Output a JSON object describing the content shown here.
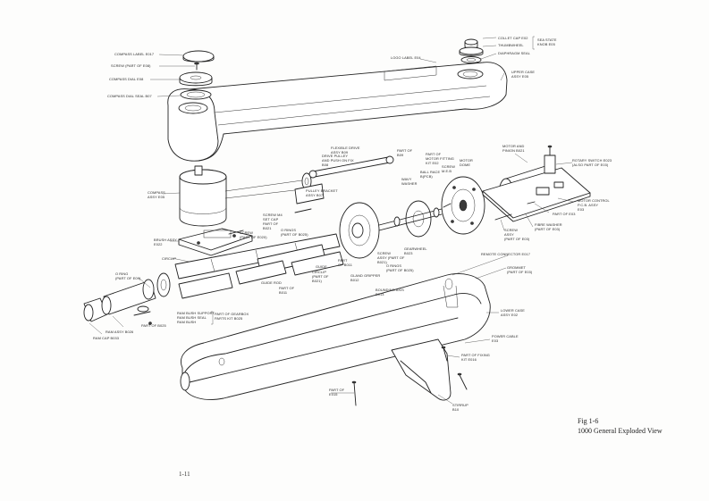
{
  "labels": {
    "compass_label": "COMPASS LABEL E017",
    "compass_screw": "SCREW (PART OF E08)",
    "compass_dial": "COMPASS DIAL E08",
    "compass_dial_seal": "COMPASS DIAL SEAL B07",
    "logo_label": "LOGO LABEL E04",
    "collet_cap": "COLLET CAP E02",
    "thumbwheel": "THUMBWHEEL",
    "diaphragm_seal": "DIAPHRAGM SEAL",
    "sea_state_knob_1": "SEA STATE",
    "sea_state_knob_2": "KNOB E05",
    "upper_case_1": "UPPER CASE",
    "upper_case_2": "ASSY E05",
    "flexible_drive_1": "FLEXIBLE DRIVE",
    "flexible_drive_2": "ASSY B09",
    "part_of_b09_1": "PART OF",
    "part_of_b09_2": "B09",
    "drive_pulley_1": "DRIVE PULLEY",
    "drive_pulley_2": "AND PUSH ON FIX",
    "drive_pulley_3": "B08",
    "motor_fitting_1": "PART OF",
    "motor_fitting_2": "MOTOR FITTING",
    "motor_fitting_3": "KIT E02",
    "ball_race_1": "BALL RACE",
    "ball_race_2": "B(PCB)",
    "wavy_washer_1": "WAVY",
    "wavy_washer_2": "WASHER",
    "screw_m_1": "SCREW",
    "screw_m_2": "M.E.B",
    "motor_dome_1": "MOTOR",
    "motor_dome_2": "DOME",
    "motor_pinion_1": "MOTOR AND",
    "motor_pinion_2": "PINION B021",
    "rotary_switch_1": "ROTARY SWITCH E023",
    "rotary_switch_2": "(ALSO PART OF E03)",
    "motor_control_1": "MOTOR CONTROL",
    "motor_control_2": "P.C.B. ASSY",
    "motor_control_3": "E03",
    "part_of_e02": "PART OF E03",
    "fibre_washer_1": "FIBRE WASHER",
    "fibre_washer_2": "(PART OF E03)",
    "screw_assy_1": "SCREW",
    "screw_assy_2": "ASSY",
    "screw_assy_3": "(PART OF E03)",
    "compass_assy_1": "COMPASS",
    "compass_assy_2": "ASSY E05",
    "pulley_bracket_1": "PULLEY BRACKET",
    "pulley_bracket_2": "ASSY B07",
    "screw_set_1": "SCREW M4",
    "screw_set_2": "SET CAP",
    "screw_set_3": "PART OF",
    "screw_set_4": "B021",
    "screw_e020_1": "SCREW",
    "screw_e020_2": "(PART OF E020)",
    "o_rings_1": "O RINGS",
    "o_rings_2": "(PART OF B025)",
    "brush_assy_1": "BRUSH ASSY",
    "brush_assy_2": "E022",
    "circlip_left": "CIRCLIP",
    "o_ring_left_1": "O RING",
    "o_ring_left_2": "(PART OF E09)",
    "part_b011_1": "PART",
    "part_b011_2": "OF B011",
    "guide": "GUIDE",
    "circlip_mid_1": "CIRCLIP",
    "circlip_mid_2": "(PART OF",
    "circlip_mid_3": "B021)",
    "screw_assy_mid_1": "SCREW",
    "screw_assy_mid_2": "ASSY (PART OF",
    "screw_assy_mid_3": "B021)",
    "gearwheel_1": "GEARWHEEL",
    "gearwheel_2": "B023",
    "o_ring_b011_1": "O RINGS",
    "o_ring_b011_2": "(PART OF B025)",
    "gland_grip_1": "GLAND GRIPPER",
    "gland_grip_2": "B012",
    "guide_rod": "GUIDE ROD",
    "part_of_b011_1": "PART OF",
    "part_of_b011_2": "B011",
    "bounding_axis_1": "BOUNDING AXIS",
    "bounding_axis_2": "B013",
    "ram_bush_support": "RAM BUSH SUPPORT",
    "ram_bush_seal": "RAM BUSH SEAL",
    "ram_bush": "RAM BUSH",
    "gearbox_kit_1": "PART OF GEARBOX",
    "gearbox_kit_2": "PARTS KIT B025",
    "part_of_b025": "PART OF B025",
    "ram_assy": "RAM ASSY B026",
    "ram_cap": "RAM CAP B033",
    "remote_connector": "REMOTE CONNECTOR E017",
    "grommet_1": "GROMMET",
    "grommet_2": "(PART OF E03)",
    "lower_case_1": "LOWER CASE",
    "lower_case_2": "ASSY E02",
    "power_cable_1": "POWER CABLE",
    "power_cable_2": "E03",
    "fixing_kit_1": "PART OF FIXING",
    "fixing_kit_2": "KIT E016",
    "stirrup_1": "STIRRUP",
    "stirrup_2": "B10",
    "part_of_e015_1": "PART OF",
    "part_of_e015_2": "E015"
  },
  "caption": {
    "figure": "Fig 1-6",
    "title": "1000 General Exploded View"
  },
  "page": {
    "number": "1-11"
  }
}
